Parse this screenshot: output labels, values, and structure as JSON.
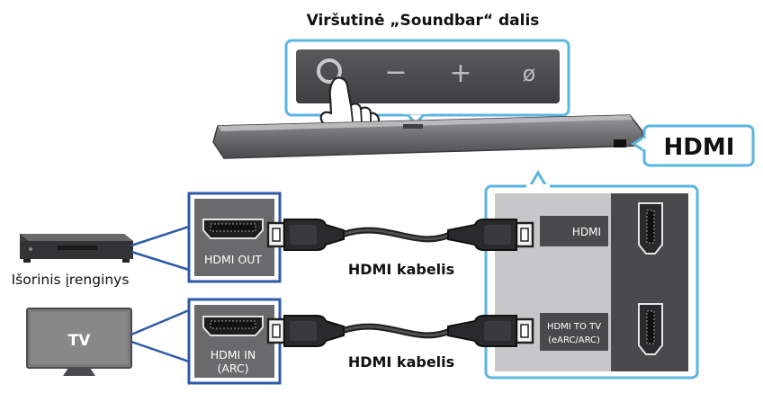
{
  "top_label": "Viršutinė „Soundbar“ dalis",
  "top_panel": {
    "buttons": [
      {
        "name": "power",
        "icon": "power-icon"
      },
      {
        "name": "volume-down",
        "symbol": "−",
        "icon": "minus-icon"
      },
      {
        "name": "volume-up",
        "symbol": "+",
        "icon": "plus-icon"
      },
      {
        "name": "source",
        "symbol": "ø",
        "icon": "source-icon"
      }
    ]
  },
  "soundbar_port_label": "HDMI",
  "external_device": {
    "label": "Išorinis įrenginys",
    "port_label": "HDMI OUT"
  },
  "tv": {
    "label": "TV",
    "port_label_line1": "HDMI IN",
    "port_label_line2": "(ARC)"
  },
  "cables": [
    {
      "label": "HDMI kabelis"
    },
    {
      "label": "HDMI kabelis"
    }
  ],
  "soundbar_ports": [
    {
      "label": "HDMI"
    },
    {
      "label_line1": "HDMI TO TV",
      "label_line2": "(eARC/ARC)"
    }
  ],
  "colors": {
    "highlight_frame": "#5bb6df",
    "callout_frame": "#2f5aa8",
    "panel_dark": "#4a4a4c",
    "panel_gray": "#c7c7c9"
  }
}
